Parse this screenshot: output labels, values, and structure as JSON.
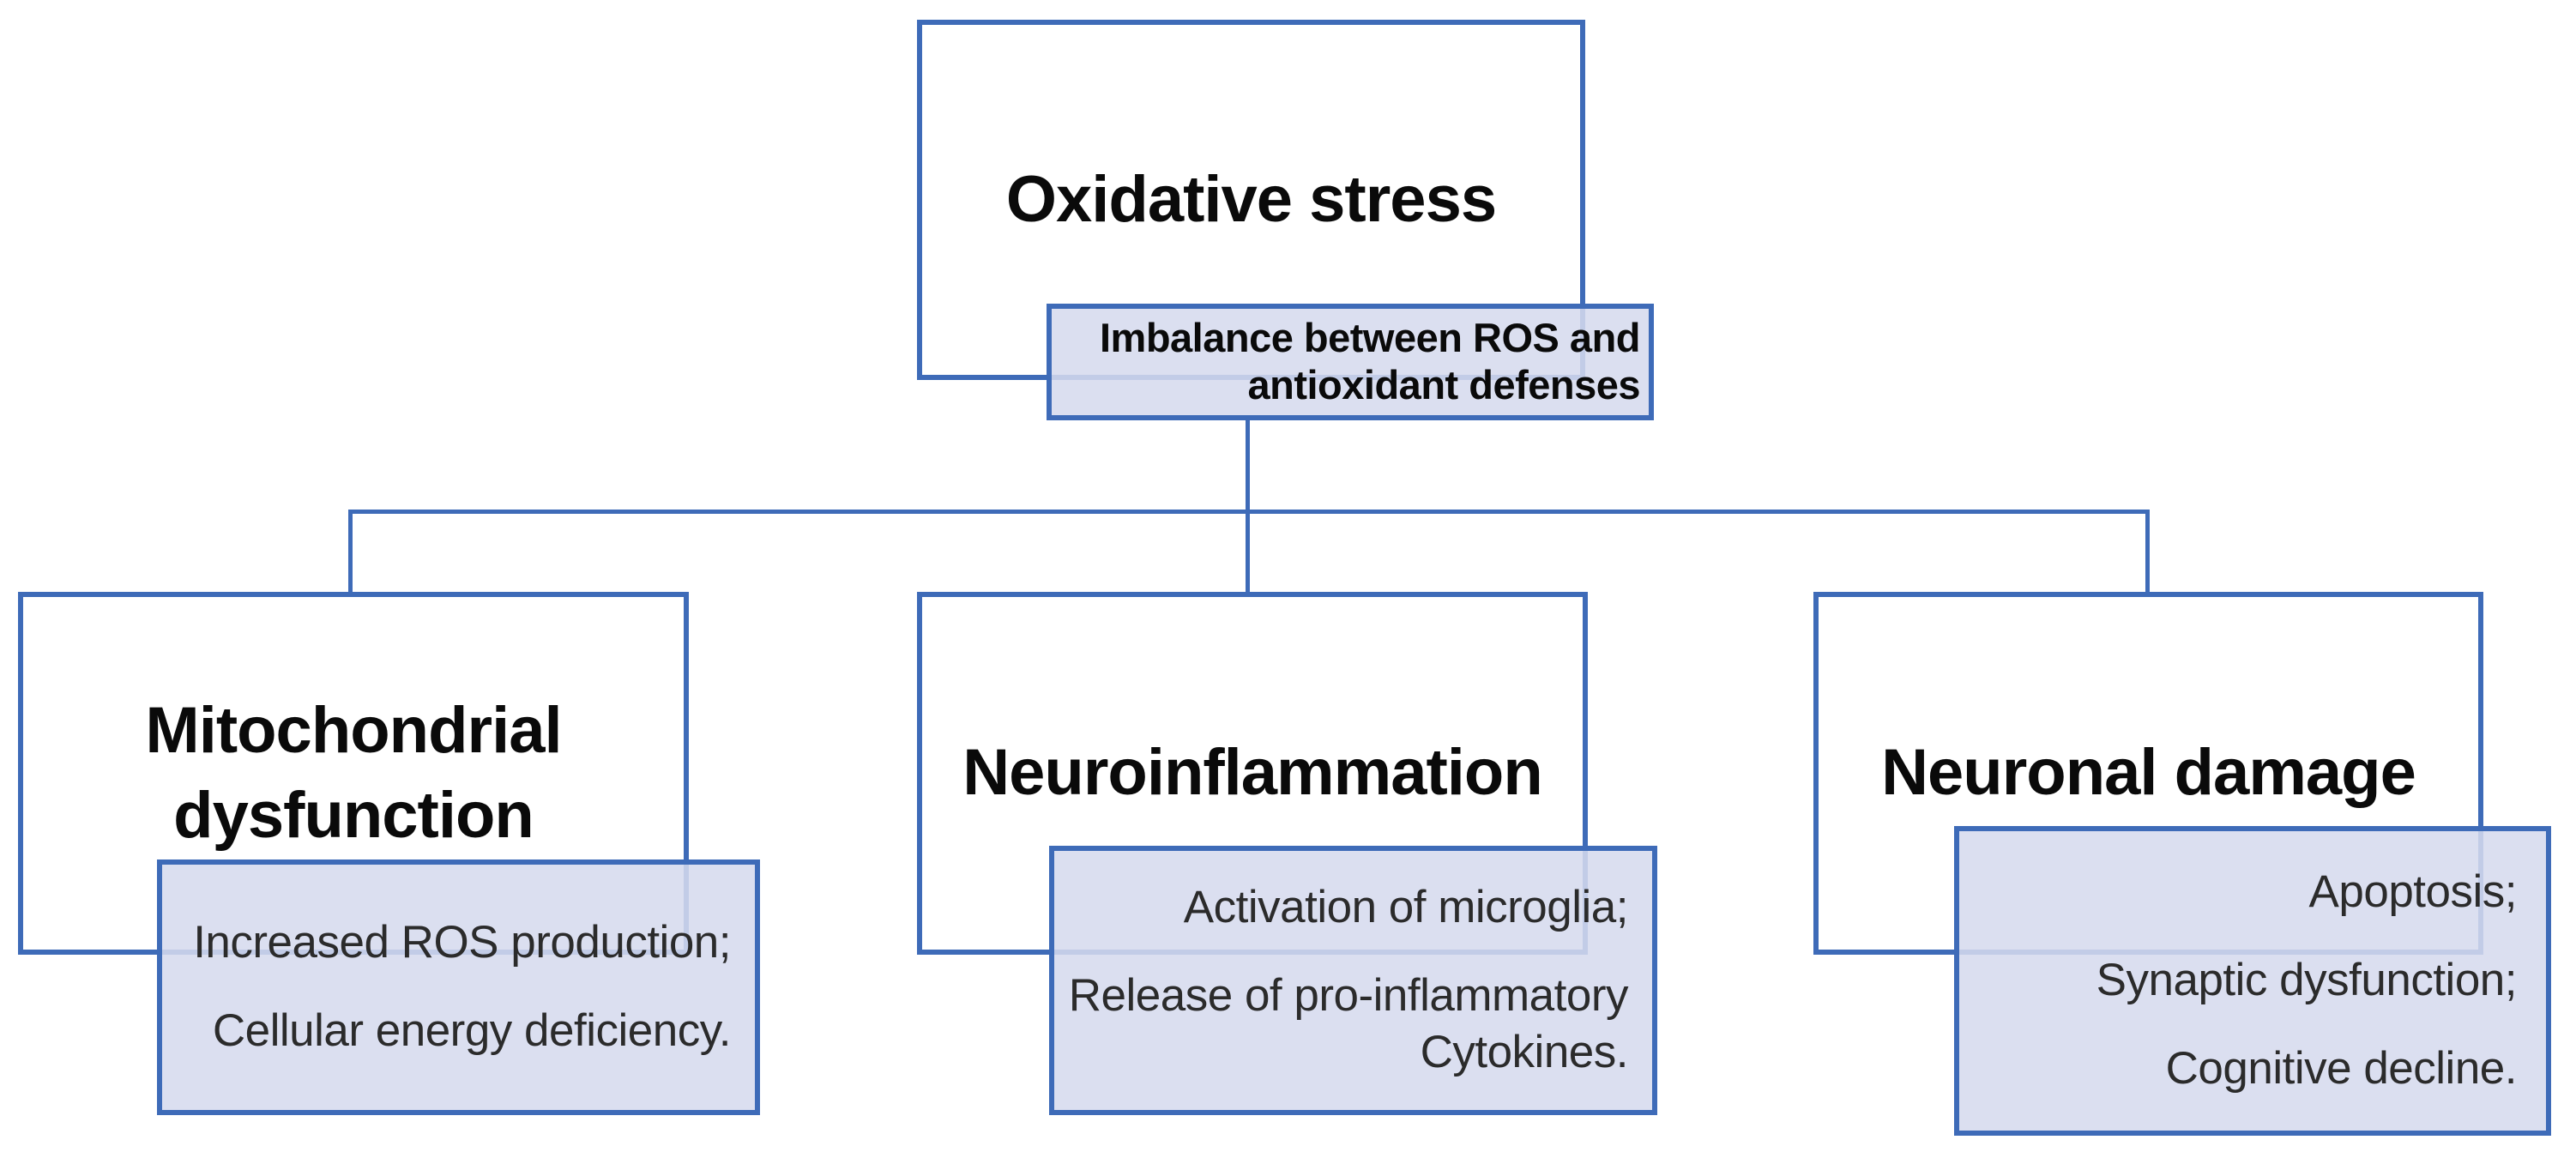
{
  "root": {
    "title": "Oxidative stress",
    "note": "Imbalance between ROS and antioxidant defenses"
  },
  "branches": [
    {
      "title": "Mitochondrial dysfunction",
      "notes": [
        "Increased ROS production;",
        "Cellular energy deficiency."
      ]
    },
    {
      "title": "Neuroinflammation",
      "notes": [
        "Activation of microglia;",
        "Release of pro-inflammatory Cytokines."
      ]
    },
    {
      "title": "Neuronal damage",
      "notes": [
        "Apoptosis;",
        "Synaptic dysfunction;",
        "Cognitive decline."
      ]
    }
  ],
  "colors": {
    "border": "#3E6BB8",
    "note_fill": "rgba(214,218,238,0.87)",
    "title_text": "#0a0a0a",
    "note_text": "#2b2b2b"
  }
}
